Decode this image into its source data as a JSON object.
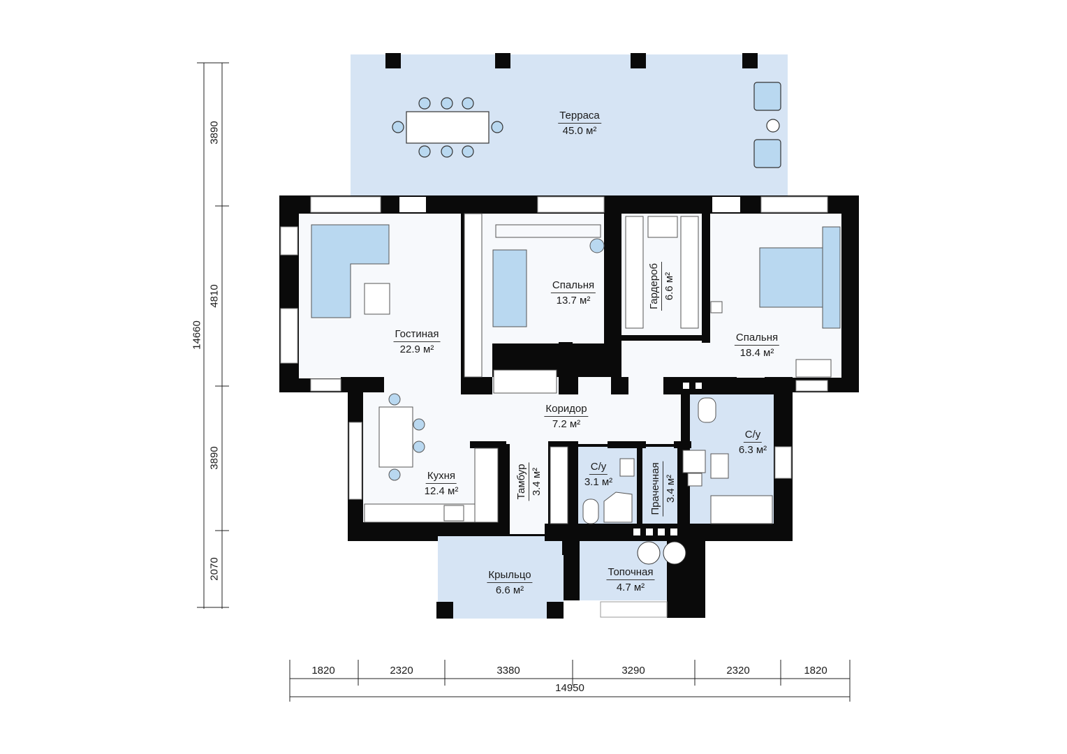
{
  "colors": {
    "wall": "#0a0a0a",
    "room_blue": "#d6e4f4",
    "room_white": "#f7f9fc",
    "furniture_blue": "#b9d8f0"
  },
  "rooms": [
    {
      "id": "terrace",
      "name": "Терраса",
      "area": "45.0 м²"
    },
    {
      "id": "living",
      "name": "Гостиная",
      "area": "22.9 м²"
    },
    {
      "id": "bedroom1",
      "name": "Спальня",
      "area": "13.7 м²"
    },
    {
      "id": "wardrobe",
      "name": "Гардероб",
      "area": "6.6 м²"
    },
    {
      "id": "bedroom2",
      "name": "Спальня",
      "area": "18.4 м²"
    },
    {
      "id": "corridor",
      "name": "Коридор",
      "area": "7.2 м²"
    },
    {
      "id": "kitchen",
      "name": "Кухня",
      "area": "12.4 м²"
    },
    {
      "id": "vestibule",
      "name": "Тамбур",
      "area": "3.4 м²"
    },
    {
      "id": "bath_small",
      "name": "С/у",
      "area": "3.1 м²"
    },
    {
      "id": "laundry",
      "name": "Прачечная",
      "area": "3.4 м²"
    },
    {
      "id": "bath_large",
      "name": "С/у",
      "area": "6.3 м²"
    },
    {
      "id": "porch",
      "name": "Крыльцо",
      "area": "6.6 м²"
    },
    {
      "id": "boiler",
      "name": "Топочная",
      "area": "4.7 м²"
    }
  ],
  "dimensions": {
    "vertical_total": "14660",
    "vertical": [
      "3890",
      "4810",
      "3890",
      "2070"
    ],
    "horizontal": [
      "1820",
      "2320",
      "3380",
      "3290",
      "2320",
      "1820"
    ],
    "horizontal_total": "14950"
  }
}
